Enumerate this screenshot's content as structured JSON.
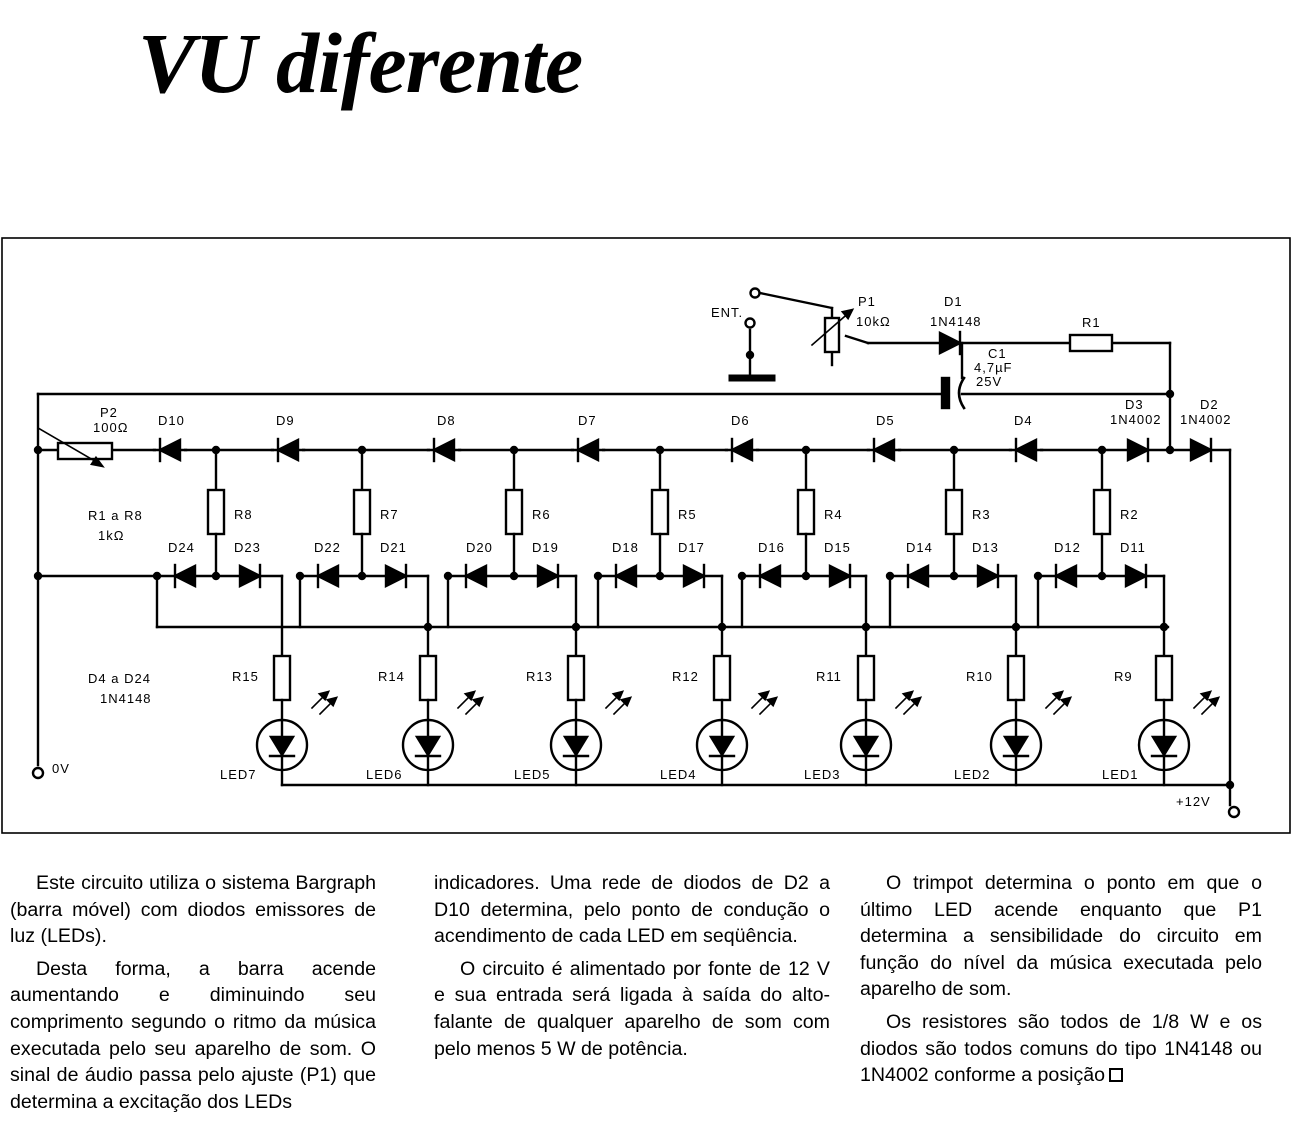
{
  "title": "VU diferente",
  "schematic": {
    "input_label": "ENT.",
    "ground_label": "0V",
    "supply_label": "+12V",
    "p1": {
      "ref": "P1",
      "value": "10kΩ"
    },
    "p2": {
      "ref": "P2",
      "value": "100Ω"
    },
    "d1": {
      "ref": "D1",
      "value": "1N4148"
    },
    "c1": {
      "ref": "C1",
      "value": "4,7µF",
      "voltage": "25V"
    },
    "r1": "R1",
    "d3": {
      "ref": "D3",
      "value": "1N4002"
    },
    "d2": {
      "ref": "D2",
      "value": "1N4002"
    },
    "note_resistors": {
      "line1": "R1 a R8",
      "line2": "1kΩ"
    },
    "note_diodes": {
      "line1": "D4 a D24",
      "line2": "1N4148"
    },
    "chain_diodes": [
      "D10",
      "D9",
      "D8",
      "D7",
      "D6",
      "D5",
      "D4"
    ],
    "stages": [
      {
        "r": "R8",
        "dl": "D24",
        "dr": "D23",
        "rl": "R15",
        "led": "LED7"
      },
      {
        "r": "R7",
        "dl": "D22",
        "dr": "D21",
        "rl": "R14",
        "led": "LED6"
      },
      {
        "r": "R6",
        "dl": "D20",
        "dr": "D19",
        "rl": "R13",
        "led": "LED5"
      },
      {
        "r": "R5",
        "dl": "D18",
        "dr": "D17",
        "rl": "R12",
        "led": "LED4"
      },
      {
        "r": "R4",
        "dl": "D16",
        "dr": "D15",
        "rl": "R11",
        "led": "LED3"
      },
      {
        "r": "R3",
        "dl": "D14",
        "dr": "D13",
        "rl": "R10",
        "led": "LED2"
      },
      {
        "r": "R2",
        "dl": "D12",
        "dr": "D11",
        "rl": "R9",
        "led": "LED1"
      }
    ]
  },
  "article": {
    "col1": [
      "Este circuito utiliza o sistema Bargraph (barra móvel) com diodos emissores de luz (LEDs).",
      "Desta forma, a barra acende aumentando e diminuindo seu comprimento segundo o ritmo da música executada pelo seu aparelho de som. O sinal de áudio passa pelo ajuste (P1) que determina a excitação dos LEDs"
    ],
    "col2": [
      "indicadores. Uma rede de diodos de D2 a D10 determina, pelo ponto de condução o acendimento de cada LED em seqüência.",
      "O circuito é alimentado por fonte de 12 V e sua entrada será ligada à saída do alto-falante de qualquer aparelho de som com pelo menos 5 W de potência."
    ],
    "col3": [
      "O trimpot determina o ponto em que o último LED acende enquanto que P1 determina a sensibilidade do circuito em função do nível da música executada pelo aparelho de som.",
      "Os resistores são todos de 1/8 W e os diodos são todos comuns do tipo 1N4148 ou 1N4002 conforme a posição"
    ]
  }
}
